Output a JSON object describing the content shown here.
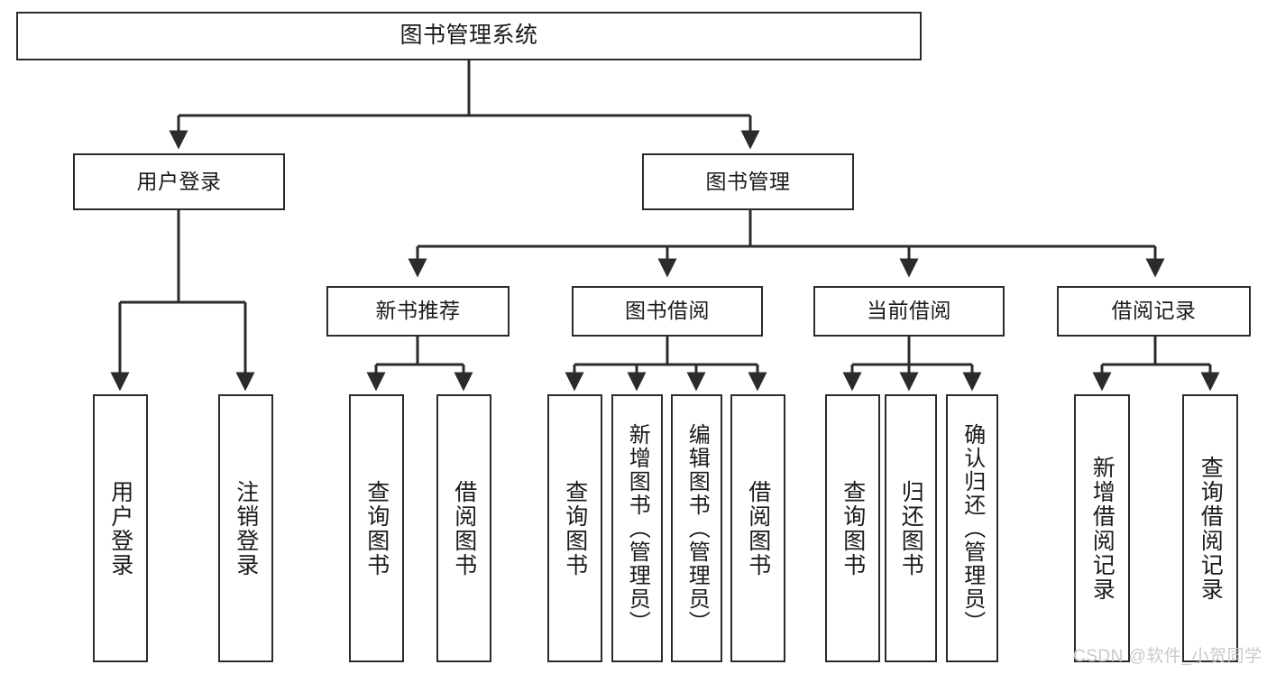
{
  "diagram": {
    "title": "图书管理系统",
    "type": "tree-hierarchy",
    "watermark": "CSDN @软件_小贺同学",
    "colors": {
      "background": "#ffffff",
      "box_border": "#2b2b2b",
      "connector": "#2b2b2b",
      "text": "#1a1a1a",
      "watermark": "#c9c9c9"
    }
  },
  "nodes": {
    "root": {
      "label": "图书管理系统"
    },
    "level1": [
      {
        "label": "用户登录"
      },
      {
        "label": "图书管理"
      }
    ],
    "level2": [
      {
        "label": "新书推荐"
      },
      {
        "label": "图书借阅"
      },
      {
        "label": "当前借阅"
      },
      {
        "label": "借阅记录"
      }
    ],
    "leaves": {
      "user_login": [
        {
          "label": "用户登录"
        },
        {
          "label": "注销登录"
        }
      ],
      "new_book_recommend": [
        {
          "label": "查询图书"
        },
        {
          "label": "借阅图书"
        }
      ],
      "book_borrow": [
        {
          "label": "查询图书"
        },
        {
          "label": "新增图书（管理员）"
        },
        {
          "label": "编辑图书（管理员）"
        },
        {
          "label": "借阅图书"
        }
      ],
      "current_borrow": [
        {
          "label": "查询图书"
        },
        {
          "label": "归还图书"
        },
        {
          "label": "确认归还（管理员）"
        }
      ],
      "borrow_record": [
        {
          "label": "新增借阅记录"
        },
        {
          "label": "查询借阅记录"
        }
      ]
    }
  }
}
